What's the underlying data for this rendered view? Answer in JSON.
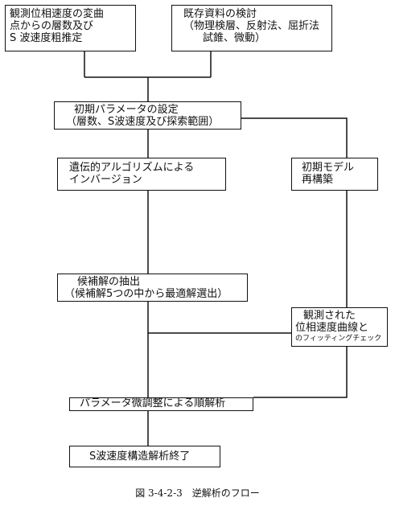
{
  "nodes": {
    "observe": [
      "観測位相速度の変曲",
      "点からの層数及び",
      "S 波速度粗推定"
    ],
    "existing": [
      "既存資料の検討",
      "（物理検層、反射法、屈折法",
      "試錐、微動）"
    ],
    "initial_params": [
      "初期パラメータの設定",
      "（層数、S波速度及び探索範囲）"
    ],
    "ga_inversion": [
      "遺伝的アルゴリズムによる",
      "インバージョン"
    ],
    "model_rebuild": [
      "初期モデル",
      "再構築"
    ],
    "extract": [
      "候補解の抽出",
      "（候補解5つの中から最適解選出）"
    ],
    "fitting_check": [
      "観測された",
      "位相速度曲線と",
      "のフィッティングチェック"
    ],
    "fine_tune": [
      "パラメータ微調整による順解析"
    ],
    "finish": [
      "S波速度構造解析終了"
    ]
  },
  "caption": "図 3-4-2-3　逆解析のフロー"
}
